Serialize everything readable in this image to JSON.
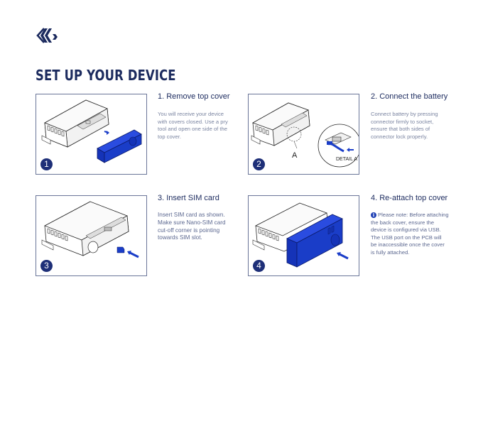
{
  "brand": {
    "logo_icon": "chevron-diamond-logo-icon"
  },
  "page": {
    "title": "SET UP YOUR DEVICE"
  },
  "colors": {
    "navy": "#1b2a5e",
    "cover_blue": "#1a3dc8",
    "badge": "#1e2f78",
    "muted_text": "#7b85a1"
  },
  "steps": [
    {
      "number": "1",
      "title": "1. Remove top cover",
      "description": "You will receive your device with covers closed. Use a pry tool and open one side of the top cover."
    },
    {
      "number": "2",
      "title": "2. Connect the battery",
      "description": "Connect battery by pressing connector firmly to socket, ensure that both sides of connector lock properly.",
      "callout_label": "A",
      "detail_label": "DETAIL A"
    },
    {
      "number": "3",
      "title": "3. Insert SIM card",
      "description": "Insert SIM card as shown. Make sure Nano-SIM card cut-off corner is pointing towards SIM slot."
    },
    {
      "number": "4",
      "title": "4. Re-attach top cover",
      "note_icon": "info-icon",
      "description": "Please note: Before attaching the back cover, ensure the device is configured via USB. The USB port on the PCB will be inaccessible once the cover is fully attached."
    }
  ]
}
